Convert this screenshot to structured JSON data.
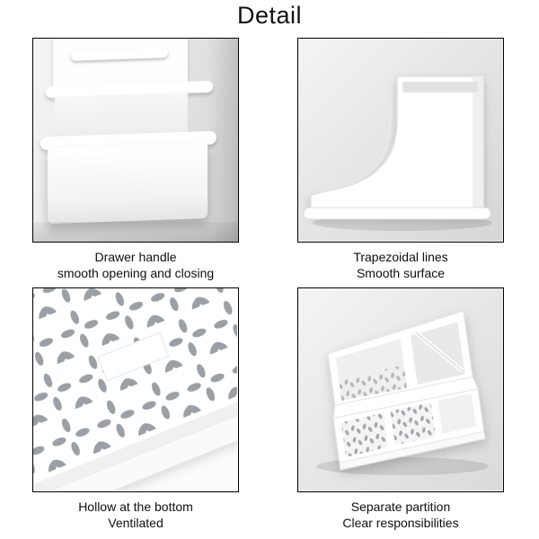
{
  "page": {
    "title": "Detail"
  },
  "panels": [
    {
      "id": "drawer-handle",
      "caption": [
        "Drawer handle",
        "smooth opening and closing"
      ],
      "photo_subject": "white drawer organizer with handle slot"
    },
    {
      "id": "trapezoidal-lines",
      "caption": [
        "Trapezoidal lines",
        "Smooth surface"
      ],
      "photo_subject": "white container with curved trapezoidal profile"
    },
    {
      "id": "hollow-bottom",
      "caption": [
        "Hollow at the bottom",
        "Ventilated"
      ],
      "photo_subject": "perforated white board with petal-shaped vent holes"
    },
    {
      "id": "separate-partition",
      "caption": [
        "Separate partition",
        "Clear responsibilities"
      ],
      "photo_subject": "white desktop organizer with multiple compartments"
    }
  ],
  "colors": {
    "page_background": "#ffffff",
    "frame_border": "#000000",
    "text": "#0f0f0f",
    "photo_background": "#e7e7e7",
    "product": "#ffffff",
    "vent_hole": "#9aa0a6"
  }
}
